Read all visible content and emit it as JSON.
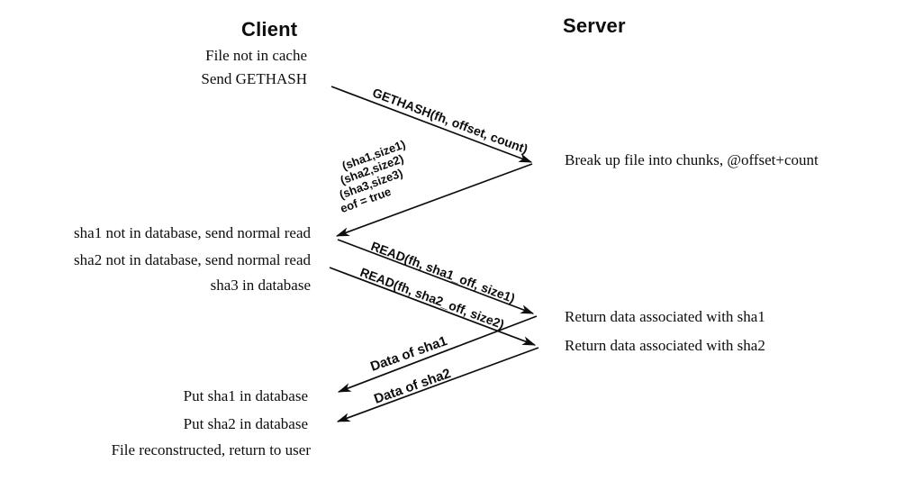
{
  "headers": {
    "client": "Client",
    "server": "Server"
  },
  "client_notes": [
    {
      "text": "File not in cache"
    },
    {
      "text": "Send GETHASH"
    },
    {
      "text": "sha1 not in database, send normal read"
    },
    {
      "text": "sha2 not in database, send normal read"
    },
    {
      "text": "sha3 in database"
    },
    {
      "text": "Put sha1 in database"
    },
    {
      "text": "Put sha2 in database"
    },
    {
      "text": "File reconstructed, return to user"
    }
  ],
  "server_notes": [
    {
      "text": "Break up file into chunks, @offset+count"
    },
    {
      "text": "Return data associated with sha1"
    },
    {
      "text": "Return data associated with sha2"
    }
  ],
  "messages": [
    {
      "label": "GETHASH(fh, offset, count)"
    },
    {
      "label": "(sha1,size1)"
    },
    {
      "label": "(sha2,size2)"
    },
    {
      "label": "(sha3,size3)"
    },
    {
      "label": "eof = true"
    },
    {
      "label": "READ(fh, sha1_off, size1)"
    },
    {
      "label": "READ(fh, sha2_off, size2)"
    },
    {
      "label": "Data of sha1"
    },
    {
      "label": "Data of sha2"
    }
  ],
  "colors": {
    "ink": "#0d0d0d",
    "background": "#ffffff"
  }
}
